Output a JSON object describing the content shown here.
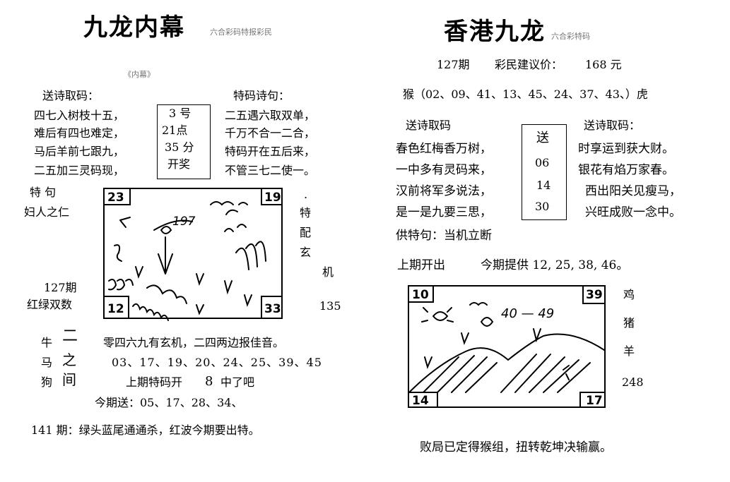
{
  "left": {
    "title": "九龙内幕",
    "title_sub": "六合彩码特报彩民",
    "sub_line": "《内幕》",
    "poem_left_head": "送诗取码：",
    "poem_right_head": "特码诗句：",
    "poem_left": [
      "四七入树枝十五，",
      "难后有四也难定，",
      "马后羊前七跟九，",
      "二五加三灵码现，"
    ],
    "poem_right": [
      "二五遇六取双单，",
      "千万不合一二合，",
      "特码开在五后来，",
      "不管三七二使一。"
    ],
    "center_box": [
      "3 号",
      "21点",
      "35 分",
      "开奖"
    ],
    "te_ju_label": "特 句",
    "te_ju_value": "妇人之仁",
    "period_label": "127期",
    "period_value": "红绿双数",
    "pei_label": [
      "特",
      "配",
      "玄",
      "机"
    ],
    "pei_value": "135",
    "pic_tags": {
      "tl": "23",
      "tr": "19",
      "bl": "12",
      "br": "33"
    },
    "animals": [
      "牛",
      "马",
      "狗"
    ],
    "animal_marks": [
      "二",
      "之",
      "间"
    ],
    "line1": "零四六九有玄机，二四两边报佳音。",
    "line2": "03、17、19、20、24、25、39、45",
    "line3_prefix": "上期特码开",
    "line3_num": "8",
    "line3_suffix": "中了吧",
    "line4": "今期送：05、17、28、34、",
    "footer": "141 期：绿头蓝尾通通杀，红波今期要出特。"
  },
  "right": {
    "title": "香港九龙",
    "title_sub": "六合彩特码",
    "period": "127期",
    "price_label": "彩民建议价：",
    "price": "168 元",
    "monkey_line": "猴（02、09、41、13、45、24、37、43、）虎",
    "poem_left_head": "送诗取码",
    "poem_right_head": "送诗取码：",
    "poem_left": [
      "春色红梅香万树，",
      "一中多有灵码来，",
      "汉前将军多说法，",
      "是一是九要三思，"
    ],
    "poem_right": [
      "时享运到获大财。",
      "银花有焰万家春。",
      "西出阳关见瘦马，",
      "兴旺成败一念中。"
    ],
    "center_box": [
      "送",
      "06",
      "14",
      "30"
    ],
    "gong_te": "供特句：当机立断",
    "last_open": "上期开出",
    "this_offer": "今期提供 12, 25, 38, 46。",
    "pic_tags": {
      "tl": "10",
      "tr": "39",
      "bl": "14",
      "br": "17"
    },
    "pic_text": "40 — 49",
    "side_animals": [
      "鸡",
      "猪",
      "羊"
    ],
    "side_value": "248",
    "footer": "败局已定得猴组，扭转乾坤决输赢。"
  }
}
